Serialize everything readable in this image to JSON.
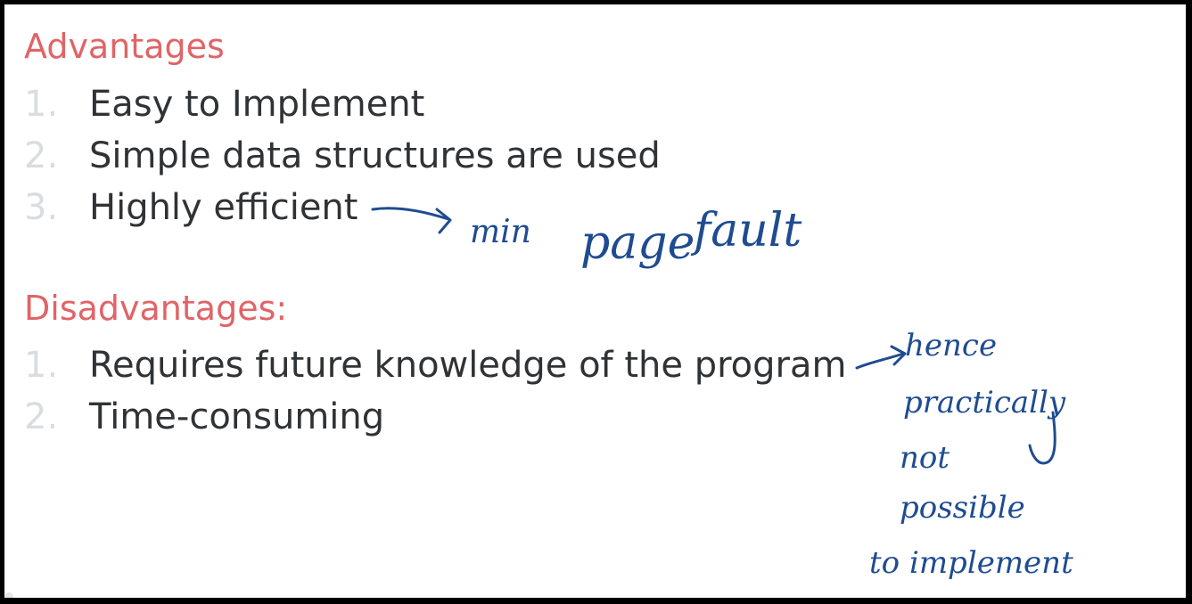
{
  "advantages": {
    "heading": "Advantages",
    "items": [
      {
        "num": "1.",
        "text": "Easy to Implement"
      },
      {
        "num": "2.",
        "text": "Simple data structures are used"
      },
      {
        "num": "3.",
        "text": "Highly efficient"
      }
    ]
  },
  "disadvantages": {
    "heading": "Disadvantages:",
    "items": [
      {
        "num": "1.",
        "text": "Requires future knowledge of the program"
      },
      {
        "num": "2.",
        "text": "Time-consuming"
      }
    ]
  },
  "annotations": {
    "efficient_note": [
      "min",
      "page",
      "fault"
    ],
    "future_note": [
      "hence",
      "practically",
      "not",
      "possible",
      "to implement"
    ]
  },
  "colors": {
    "heading": "#e06467",
    "number": "#d9dde0",
    "body_text": "#303336",
    "ink": "#1f4c91"
  }
}
